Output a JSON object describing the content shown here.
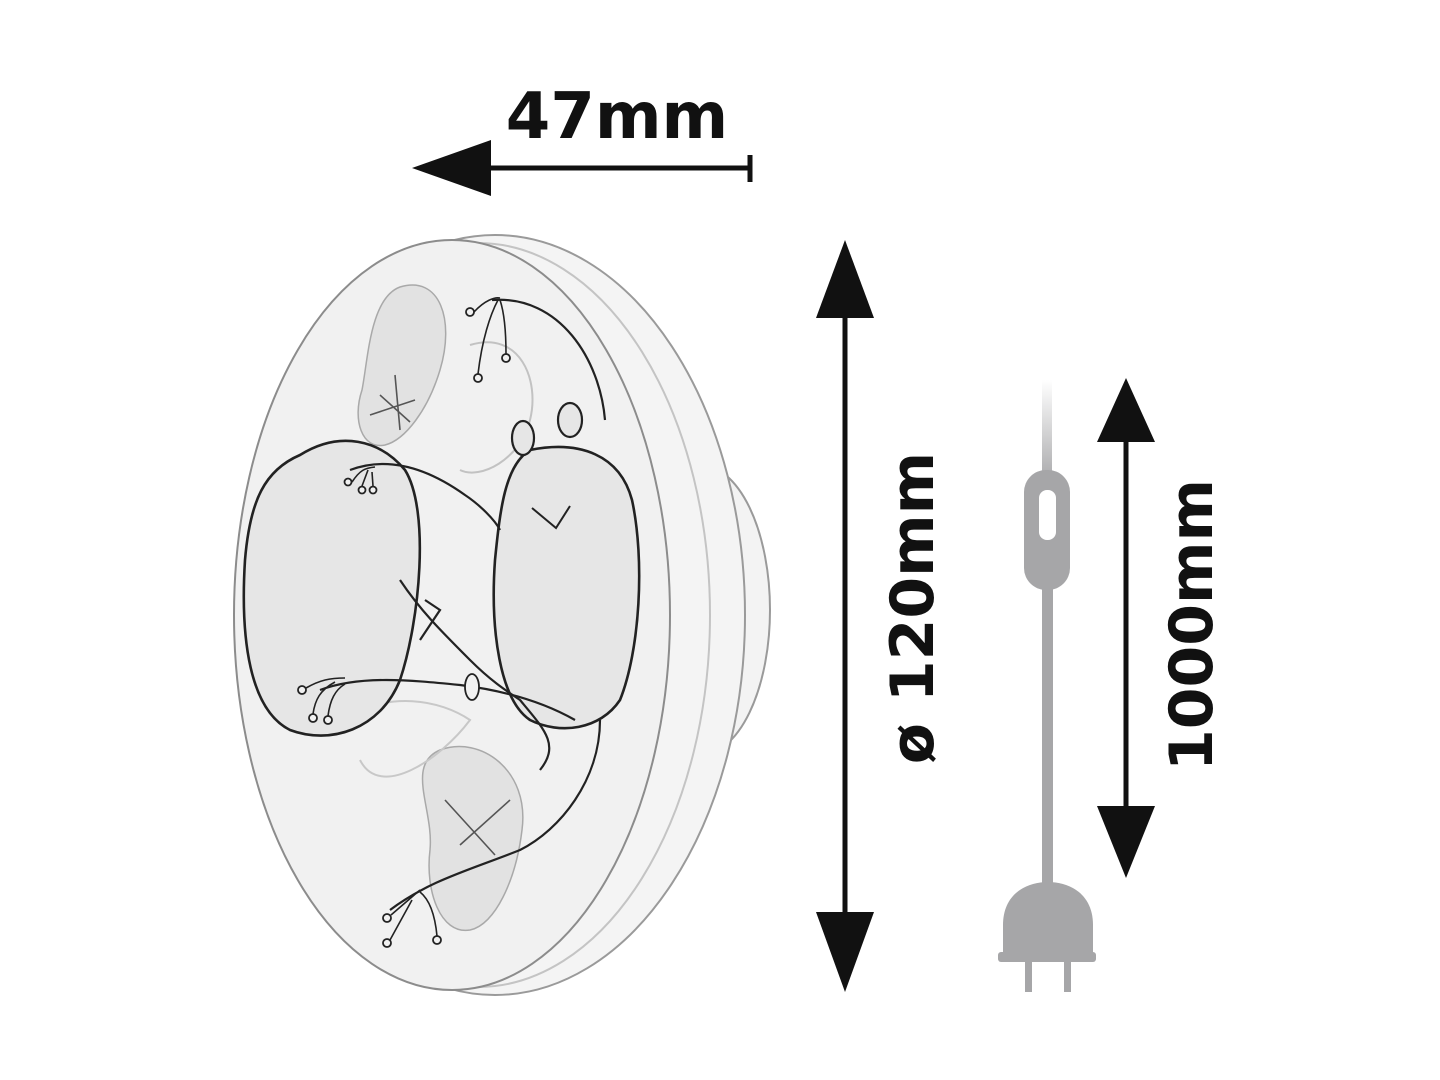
{
  "diagram": {
    "type": "product-dimension-drawing",
    "subject": "round wall lamp with plug-in cable",
    "colors": {
      "ink": "#111111",
      "cable": "#a6a6a8",
      "lamp_outline": "#8c8c8c",
      "lamp_fill": "#f1f1f1",
      "lamp_shade": "#e2e2e2",
      "background": "#ffffff"
    },
    "dimensions": {
      "depth": {
        "label": "47mm",
        "value": 47,
        "unit": "mm",
        "orientation": "horizontal"
      },
      "diameter": {
        "label": "ø 120mm",
        "value": 120,
        "unit": "mm",
        "orientation": "vertical",
        "symbol": "ø"
      },
      "cable_length": {
        "label": "1000mm",
        "value": 1000,
        "unit": "mm",
        "orientation": "vertical"
      }
    },
    "parts": {
      "lamp": {
        "label": "lamp-body"
      },
      "cable": {
        "label": "power-cable",
        "has_switch": true
      },
      "plug": {
        "label": "two-pin-plug",
        "pins": 2
      }
    }
  }
}
